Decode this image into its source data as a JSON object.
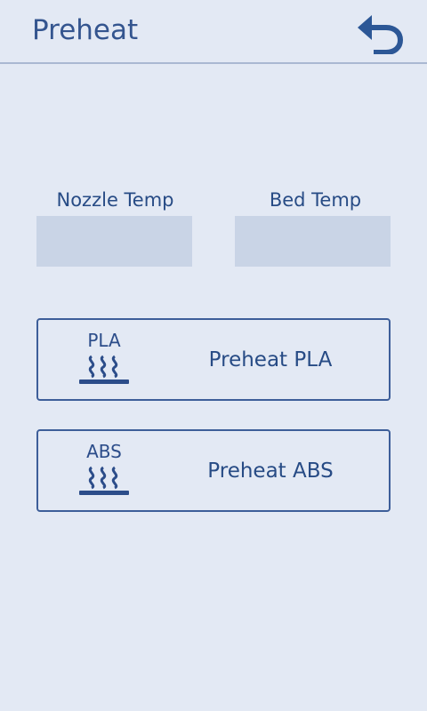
{
  "header": {
    "title": "Preheat",
    "back_icon": "undo-arrow-icon"
  },
  "temps": {
    "nozzle_label": "Nozzle Temp",
    "bed_label": "Bed Temp",
    "nozzle_value": "",
    "bed_value": ""
  },
  "presets": [
    {
      "icon_text": "PLA",
      "icon": "heat-bed-icon",
      "label": "Preheat PLA"
    },
    {
      "icon_text": "ABS",
      "icon": "heat-bed-icon",
      "label": "Preheat ABS"
    }
  ],
  "colors": {
    "background": "#e3e9f4",
    "accent": "#2c4d8a",
    "field_fill": "#c9d4e6"
  }
}
